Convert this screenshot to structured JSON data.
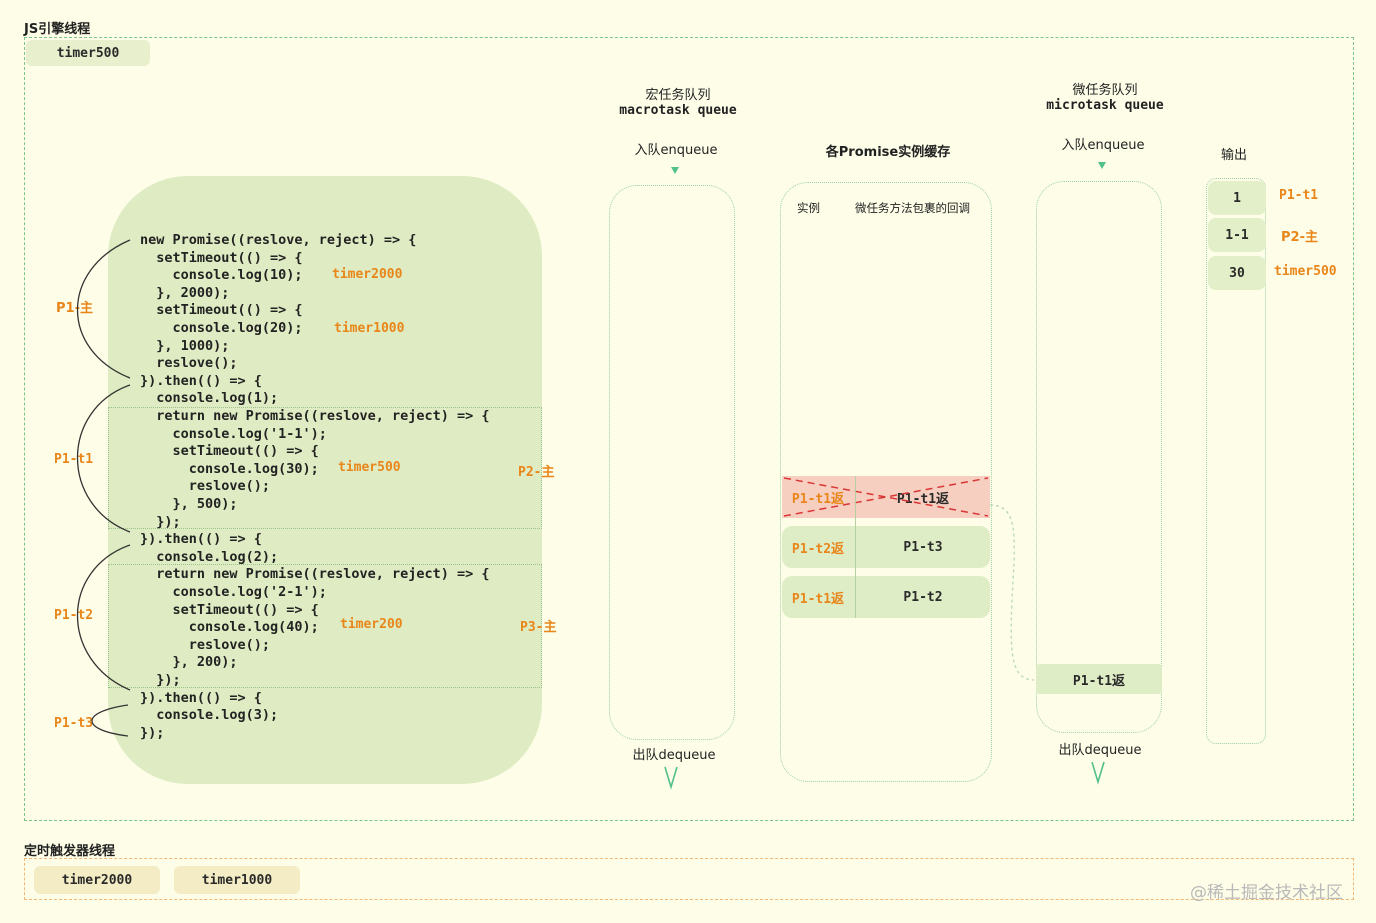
{
  "js_thread": {
    "title": "JS引擎线程",
    "timer_pill": "timer500"
  },
  "timer_thread": {
    "title": "定时触发器线程",
    "timers": [
      "timer2000",
      "timer1000"
    ]
  },
  "code": {
    "lines": [
      "new Promise((reslove, reject) => {",
      "  setTimeout(() => {",
      "    console.log(10);",
      "  }, 2000);",
      "  setTimeout(() => {",
      "    console.log(20);",
      "  }, 1000);",
      "  reslove();",
      "}).then(() => {",
      "  console.log(1);",
      "  return new Promise((reslove, reject) => {",
      "    console.log('1-1');",
      "    setTimeout(() => {",
      "      console.log(30);",
      "      reslove();",
      "    }, 500);",
      "  });",
      "}).then(() => {",
      "  console.log(2);",
      "  return new Promise((reslove, reject) => {",
      "    console.log('2-1');",
      "    setTimeout(() => {",
      "      console.log(40);",
      "      reslove();",
      "    }, 200);",
      "  });",
      "}).then(() => {",
      "  console.log(3);",
      "});"
    ],
    "timer_labels": [
      "timer2000",
      "timer1000",
      "timer500",
      "timer200"
    ],
    "side_labels_left": [
      "P1-主",
      "P1-t1",
      "P1-t2",
      "P1-t3"
    ],
    "side_labels_right": [
      "P2-主",
      "P3-主"
    ]
  },
  "macrotask": {
    "title_cn": "宏任务队列",
    "title_en": "macrotask queue",
    "enqueue": "入队enqueue",
    "dequeue": "出队dequeue"
  },
  "promise_cache": {
    "title": "各Promise实例缓存",
    "col_instance": "实例",
    "col_callback": "微任务方法包裹的回调",
    "rows": [
      {
        "instance": "P1-t1返",
        "callback": "P1-t1返",
        "crossed": true
      },
      {
        "instance": "P1-t2返",
        "callback": "P1-t3",
        "crossed": false
      },
      {
        "instance": "P1-t1返",
        "callback": "P1-t2",
        "crossed": false
      }
    ]
  },
  "microtask": {
    "title_cn": "微任务队列",
    "title_en": "microtask queue",
    "enqueue": "入队enqueue",
    "dequeue": "出队dequeue",
    "item": "P1-t1返"
  },
  "output": {
    "title": "输出",
    "rows": [
      {
        "value": "1",
        "source": "P1-t1"
      },
      {
        "value": "1-1",
        "source": "P2-主"
      },
      {
        "value": "30",
        "source": "timer500"
      }
    ]
  },
  "watermark": "@稀土掘金技术社区",
  "colors": {
    "accent_orange": "#e8861a",
    "green_border": "#7cc58a",
    "code_bg": "#dfecc3",
    "crossed_red": "#d93636"
  }
}
